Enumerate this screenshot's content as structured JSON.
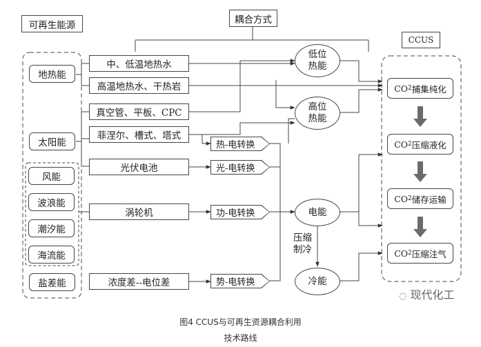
{
  "labels": {
    "renewable": "可再生能源",
    "coupling": "耦合方式",
    "ccus": "CCUS"
  },
  "sources": {
    "geothermal": "地热能",
    "solar": "太阳能",
    "wind": "风能",
    "wave": "波浪能",
    "tidal": "潮汐能",
    "current": "海流能",
    "salinity": "盐差能"
  },
  "tech": {
    "mid_low_geo": "中、低温地热水",
    "high_geo": "高温地热水、干热岩",
    "vacuum": "真空管、平板、CPC",
    "fresnel": "菲涅尔、槽式、塔式",
    "pv": "光伏电池",
    "turbine": "涡轮机",
    "concentration": "浓度差--电位差"
  },
  "conversions": {
    "thermal_elec": "热-电转换",
    "light_elec": "光-电转换",
    "work_elec": "功-电转换",
    "potential_elec": "势-电转换"
  },
  "nodes": {
    "low_heat_1": "低位",
    "low_heat_2": "热能",
    "high_heat_1": "高位",
    "high_heat_2": "热能",
    "electric": "电能",
    "cold": "冷能",
    "compress_1": "压缩",
    "compress_2": "制冷"
  },
  "ccus_steps": {
    "co2": "CO",
    "co2_sub": "2",
    "capture": "捕集纯化",
    "liquefy": "压缩液化",
    "storage": "储存运输",
    "inject": "压缩注气"
  },
  "caption": {
    "line1": "图4  CCUS与可再生资源耦合利用",
    "line2": "技术路线"
  },
  "watermark": "现代化工"
}
